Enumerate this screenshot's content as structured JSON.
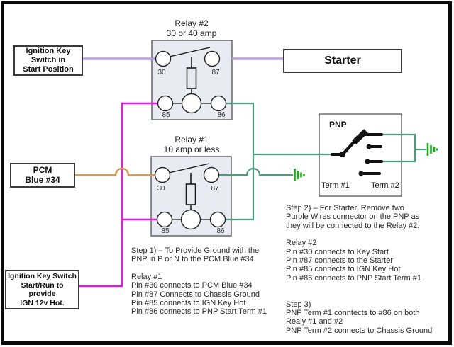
{
  "diagram": {
    "title_implicit": "PNP / Relay starter wiring diagram",
    "boxes": {
      "ignition_start": {
        "label": "Ignition Key\nSwitch in\nStart Position"
      },
      "starter": {
        "label": "Starter"
      },
      "pcm": {
        "label": "PCM\nBlue #34"
      },
      "ignition_run": {
        "label": "Ignition Key Switch\nStart/Run to\nprovide\nIGN 12v Hot."
      }
    },
    "relays": [
      {
        "name": "Relay #2",
        "rating": "30 or 40 amp",
        "caption": "Relay #2\n30 or 40 amp",
        "pins": [
          "30",
          "87",
          "85",
          "86"
        ]
      },
      {
        "name": "Relay #1",
        "rating": "10 amp or less",
        "caption": "Relay #1\n10 amp or less",
        "pins": [
          "30",
          "87",
          "85",
          "86"
        ]
      }
    ],
    "pnp": {
      "label": "PNP",
      "term1": "Term #1",
      "term2": "Term #2"
    },
    "notes": {
      "step1": "Step 1) – To Provide Ground with the\nPNP in P or N to the PCM Blue #34\n\nRelay #1\nPin #30 connects to PCM Blue #34\nPin #87 Connects to Chassis Ground\nPin #85 connects to IGN Key Hot\nPin #86 connects to PNP Start Term #1",
      "step2": "Step 2) – For Starter,  Remove two\nPurple Wires connector on the PNP as\nthey will be connected to the Relay #2:\n\nRelay #2\nPin #30 connects to Key Start\nPin #87 connects to the Starter\nPin #85 connects to IGN Key Hot\nPin #86 connects to PNP Start Term #1\n\n\nStep 3)\nPNP Term #1 conntects to #86 on both\nRealy #1 and #2\nPNP Term #2 connects to Chassis Ground"
    },
    "colors": {
      "wire_purple": "#b79dd9",
      "wire_magenta": "#e21ae2",
      "wire_orange": "#d79a50",
      "wire_green": "#4d9c7d",
      "ground_green": "#12ae12",
      "relay_fill": "#e9eaf2",
      "line_black": "#1a1a1a"
    }
  }
}
